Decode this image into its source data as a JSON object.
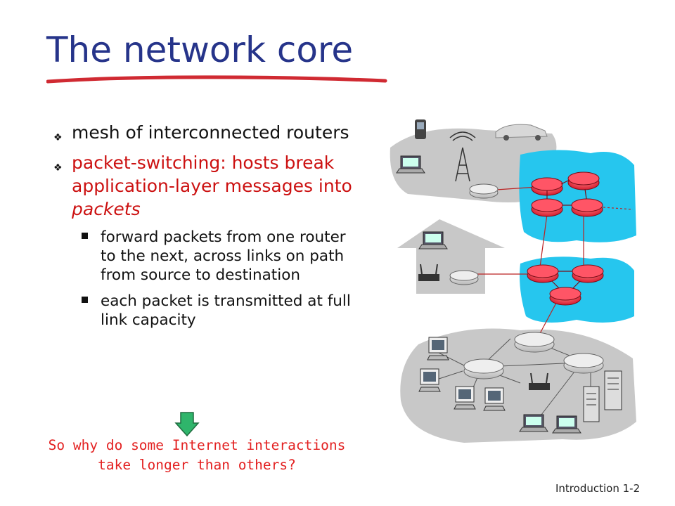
{
  "slide": {
    "title": "The network core",
    "bullets": [
      {
        "text": "mesh of interconnected routers",
        "color": "#111111"
      },
      {
        "text_parts": [
          "packet-switching: hosts break application-layer messages into ",
          "packets"
        ],
        "color": "#cc1111"
      }
    ],
    "sub_bullets": [
      "forward packets from one router to the next, across links on path from source to destination",
      "each packet is transmitted at full link capacity"
    ],
    "question_lines": [
      "So why do some Internet interactions",
      "take longer than others?"
    ],
    "footer": {
      "section": "Introduction",
      "page": "1-2"
    },
    "colors": {
      "title": "#26348a",
      "underline": "#d02a32",
      "red_text": "#cc1111",
      "question": "#e32121",
      "arrow": "#2fb56b",
      "isp_cloud": "#26c6ee",
      "router_core": "#ee3344",
      "region": "#c8c8c8"
    },
    "icons": [
      "down-arrow-icon",
      "router-icon",
      "laptop-icon",
      "phone-icon",
      "cell-tower-icon",
      "car-icon",
      "wifi-router-icon",
      "desktop-icon",
      "server-icon",
      "house-icon"
    ]
  }
}
